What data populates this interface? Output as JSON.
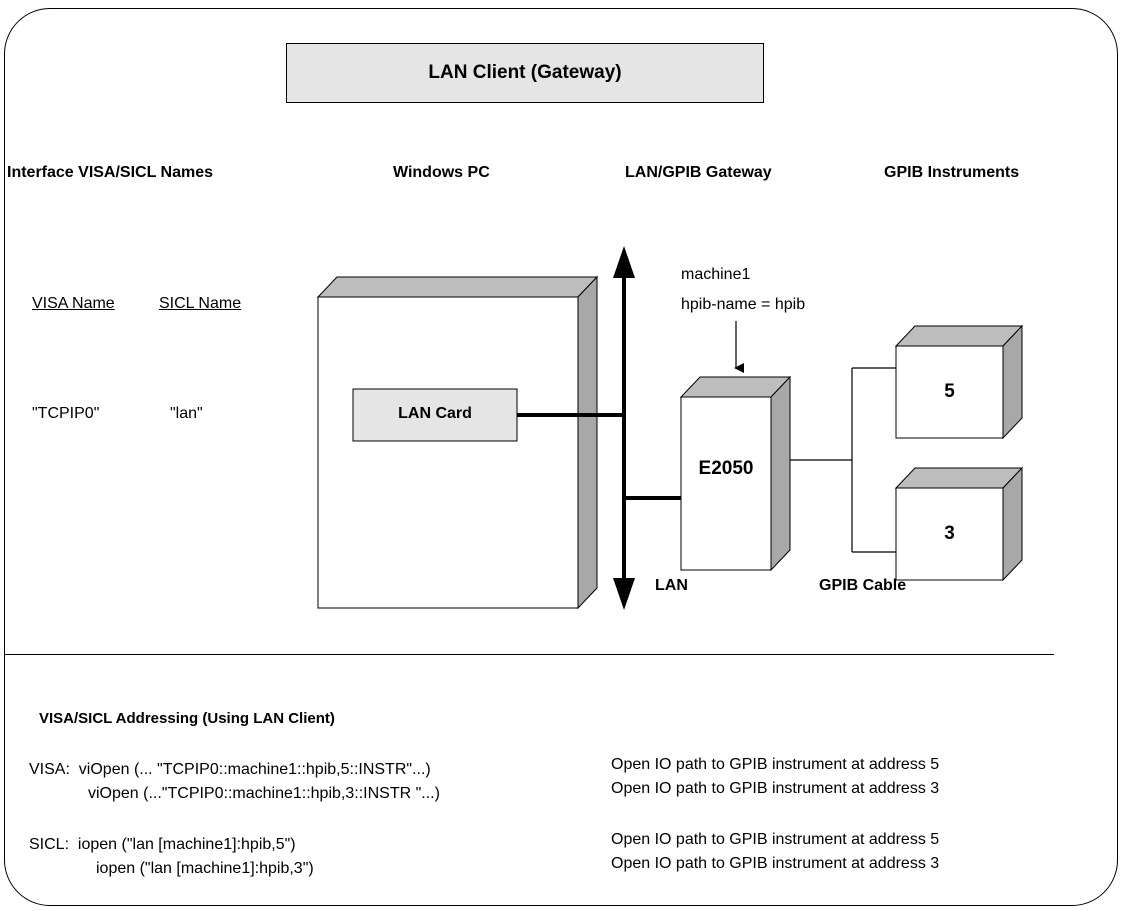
{
  "title": "LAN Client  (Gateway)",
  "headers": {
    "interface_names": "Interface VISA/SICL Names",
    "windows_pc": "Windows PC",
    "gateway": "LAN/GPIB Gateway",
    "instruments": "GPIB Instruments"
  },
  "names": {
    "visa_name_col": "VISA Name",
    "sicl_name_col": "SICL Name",
    "visa_value": "\"TCPIP0\"",
    "sicl_value": "\"lan\""
  },
  "diagram": {
    "lan_card": "LAN Card",
    "machine_line1": "machine1",
    "machine_line2": "hpib-name = hpib",
    "gateway_device": "E2050",
    "instrument_a": "5",
    "instrument_b": "3",
    "lan_label": "LAN",
    "gpib_cable_label": "GPIB Cable"
  },
  "addressing": {
    "heading": "VISA/SICL Addressing (Using LAN Client)",
    "visa_line1": "VISA:  viOpen (... \"TCPIP0::machine1::hpib,5::INSTR\"...)",
    "visa_line2": "viOpen (...\"TCPIP0::machine1::hpib,3::INSTR \"...)",
    "sicl_line1": "SICL:  iopen (\"lan [machine1]:hpib,5\")",
    "sicl_line2": "iopen (\"lan [machine1]:hpib,3\")",
    "visa_desc1": "Open IO path to GPIB instrument at address 5",
    "visa_desc2": "Open IO path to GPIB instrument at address 3",
    "sicl_desc1": "Open IO path to GPIB instrument at address 5",
    "sicl_desc2": "Open IO path to GPIB instrument at address 3"
  }
}
